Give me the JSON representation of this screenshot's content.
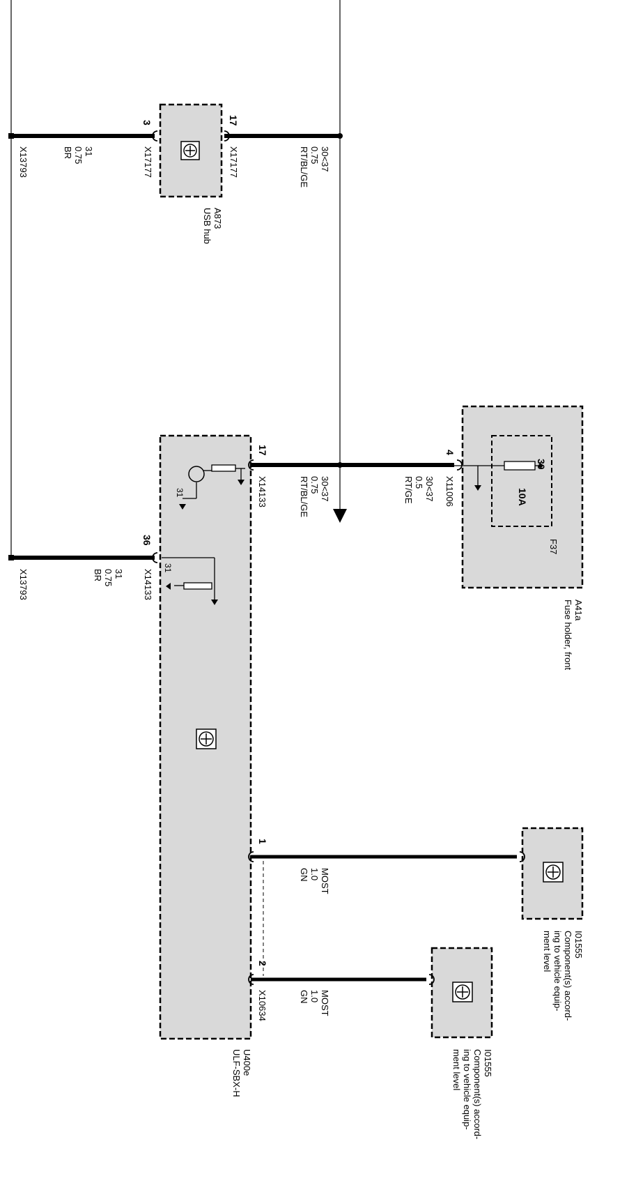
{
  "components": {
    "usb_hub": {
      "code": "A873",
      "name": "USB hub"
    },
    "fuse_holder": {
      "code": "A41a",
      "name": "Fuse holder, front",
      "fuse": "F37",
      "rating": "10A",
      "terminal": "30"
    },
    "sbx": {
      "code": "U400e",
      "name": "ULF-SBX-H"
    },
    "component_1": {
      "code": "I01555",
      "desc": [
        "Component(s) accord-",
        "ing to vehicle equip-",
        "ment level"
      ]
    },
    "component_2": {
      "code": "I01555",
      "desc": [
        "Component(s) accord-",
        "ing to vehicle equip-",
        "ment level"
      ]
    }
  },
  "connectors": {
    "x13793": "X13793",
    "x17177": "X17177",
    "x14133": "X14133",
    "x11006": "X11006",
    "x10634": "X10634"
  },
  "pins": {
    "hub_ground": "3",
    "hub_power": "17",
    "sbx_power": "17",
    "sbx_ground": "36",
    "fuse_out": "4",
    "most_1": "1",
    "most_2": "2",
    "ground_31": "31"
  },
  "wires": {
    "hub_ground": [
      "31",
      "0.75",
      "BR"
    ],
    "hub_power": [
      "30<37",
      "0.75",
      "RT/BL/GE"
    ],
    "sbx_power": [
      "30<37",
      "0.75",
      "RT/BL/GE"
    ],
    "fuse_feed": [
      "30<37",
      "0.5",
      "RT/GE"
    ],
    "sbx_ground": [
      "31",
      "0.75",
      "BR"
    ],
    "most_1": [
      "MOST",
      "1.0",
      "GN"
    ],
    "most_2": [
      "MOST",
      "1.0",
      "GN"
    ]
  }
}
